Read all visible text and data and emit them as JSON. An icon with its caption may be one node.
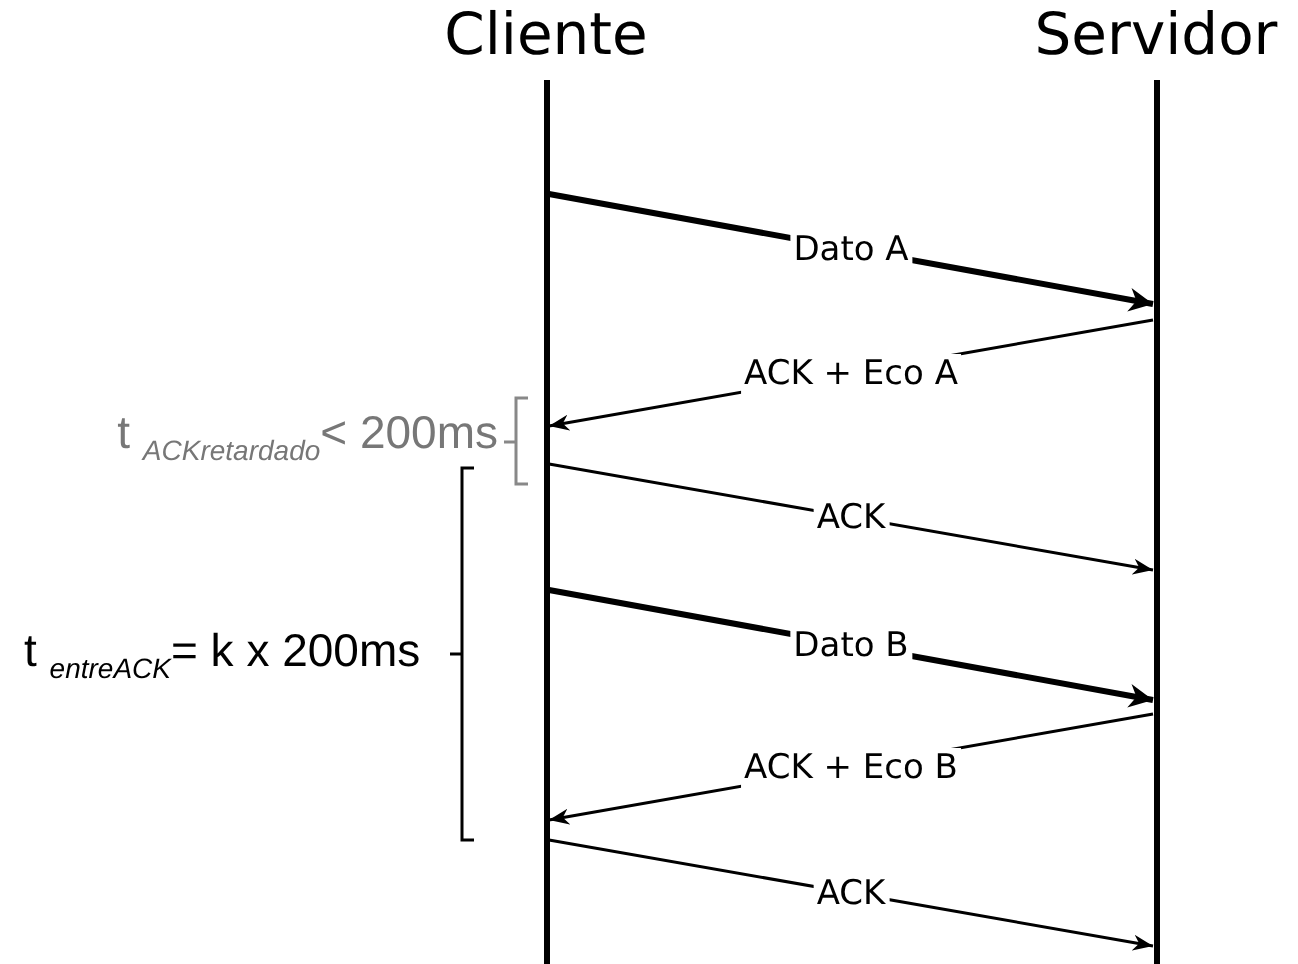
{
  "diagram": {
    "nodes": [
      {
        "text": [
          "Cliente"
        ]
      },
      {
        "text": [
          "Servidor"
        ]
      }
    ],
    "edges": [
      {
        "from": 0,
        "to": 1,
        "arrow": "to",
        "label": "Dato A",
        "style": "thick"
      },
      {
        "from": 1,
        "to": 0,
        "arrow": "to",
        "label": "ACK + Eco A"
      },
      {
        "from": 0,
        "to": 1,
        "arrow": "to",
        "label": "ACK"
      },
      {
        "from": 0,
        "to": 1,
        "arrow": "to",
        "label": "Dato B",
        "style": "thick"
      },
      {
        "from": 1,
        "to": 0,
        "arrow": "to",
        "label": "ACK + Eco B"
      },
      {
        "from": 0,
        "to": 1,
        "arrow": "to",
        "label": "ACK"
      }
    ],
    "labels": [
      "t $_{ACKretardado}$< 200ms",
      "t $_{entreACK}$= k x 200ms"
    ]
  }
}
